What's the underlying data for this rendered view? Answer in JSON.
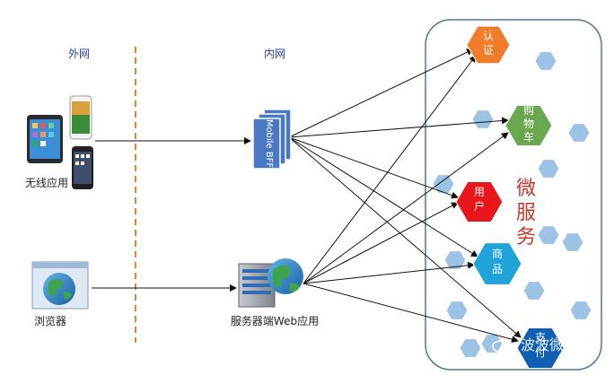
{
  "zones": {
    "external": "外网",
    "internal": "内网"
  },
  "clients": {
    "wireless": "无线应用",
    "browser": "浏览器"
  },
  "gateways": {
    "mobile_bff": "Mobile BFF",
    "web_app": "服务器端Web应用"
  },
  "microservices": {
    "title": "微服务",
    "auth": "认证",
    "cart": "购物车",
    "user": "用户",
    "product": "商品",
    "payment": "支付"
  },
  "watermark": "波波微课",
  "colors": {
    "auth": "#f07c2a",
    "cart": "#6aa84f",
    "user": "#e8161b",
    "product": "#1fa3d8",
    "payment": "#0f5fb3",
    "small_hex": "#9cc3e6",
    "title_text": "#c0392b",
    "zone_text": "#2a3fa0",
    "divider": "#d8843a",
    "container": "#4a7a8a"
  }
}
